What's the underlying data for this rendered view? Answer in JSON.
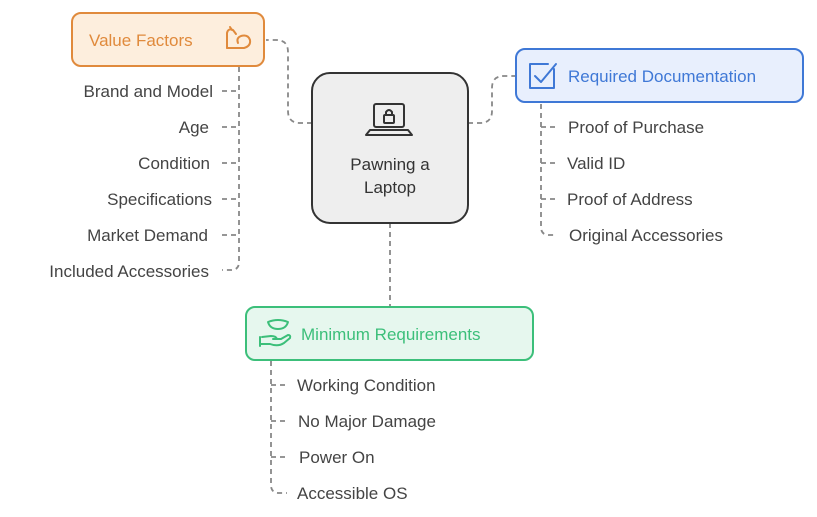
{
  "colors": {
    "center_fill": "#eeeeee",
    "center_stroke": "#333333",
    "value_fill": "#fdeedd",
    "value_stroke": "#e08a3c",
    "value_text": "#e08a3c",
    "doc_fill": "#e8effd",
    "doc_stroke": "#3f78d6",
    "doc_text": "#3f78d6",
    "req_fill": "#e6f7ee",
    "req_stroke": "#3cbf7a",
    "req_text": "#3cbf7a",
    "item_text": "#444444",
    "connector": "#888888"
  },
  "center": {
    "title_line1": "Pawning a",
    "title_line2": "Laptop",
    "icon": "laptop-lock-icon"
  },
  "value_factors": {
    "title": "Value Factors",
    "icon": "flexed-arm-icon",
    "items": [
      "Brand and Model",
      "Age",
      "Condition",
      "Specifications",
      "Market Demand",
      "Included Accessories"
    ]
  },
  "required_documentation": {
    "title": "Required Documentation",
    "icon": "checked-document-icon",
    "items": [
      "Proof of Purchase",
      "Valid ID",
      "Proof of Address",
      "Original Accessories"
    ]
  },
  "minimum_requirements": {
    "title": "Minimum Requirements",
    "icon": "hand-with-item-icon",
    "items": [
      "Working Condition",
      "No Major Damage",
      "Power On",
      "Accessible OS"
    ]
  }
}
